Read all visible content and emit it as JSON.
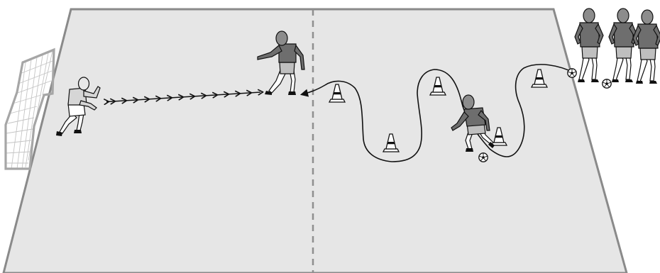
{
  "diagram": {
    "kind": "soccer-training-drill",
    "elements": {
      "goal": "goal-net",
      "goalkeeper": "goalkeeper",
      "shooter": "shooting-player",
      "dribbler": "dribbling-player",
      "queue": [
        "waiting-player-1",
        "waiting-player-2",
        "waiting-player-3"
      ],
      "cone_count": 5,
      "ball_count": 3
    },
    "colors": {
      "pitch": "#e6e6e6",
      "pitch_outline": "#8a8a8a",
      "halfway_line": "#8f8f8f",
      "active_shirt": "#6e6e6e",
      "keeper_shirt": "#d6d6d6",
      "ink": "#111111"
    }
  }
}
